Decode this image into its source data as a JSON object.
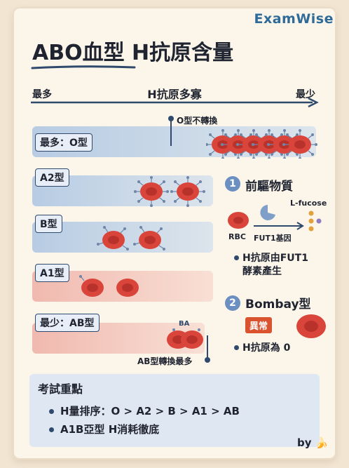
{
  "brand": "ExamWise",
  "title": "ABO血型 H抗原含量",
  "scale": {
    "left": "最多",
    "center": "H抗原多寡",
    "right": "最少"
  },
  "rows": [
    {
      "label": "最多：O型"
    },
    {
      "label": "A2型"
    },
    {
      "label": "B型"
    },
    {
      "label": "A1型"
    },
    {
      "label": "最少：AB型"
    }
  ],
  "annotations": {
    "o_note": "O型不轉換",
    "ab_note": "AB型轉換最多",
    "ab_letters": "BA"
  },
  "section1": {
    "number": "1",
    "title": "前驅物質",
    "fucose": "L-fucose",
    "rbc": "RBC",
    "gene": "FUT1基因",
    "note_line1": "H抗原由FUT1",
    "note_line2": "酵素產生"
  },
  "section2": {
    "number": "2",
    "title": "Bombay型",
    "badge": "異常",
    "note": "H抗原為 0"
  },
  "summary": {
    "title": "考試重點",
    "line1": "H量排序：O > A2 > B > A1 > AB",
    "line2": "A1B亞型 H消耗徹底"
  },
  "footer": {
    "by": "by",
    "emoji": "🍌"
  },
  "colors": {
    "cell": "#d9453b",
    "blue_band": "#a9c3e4",
    "pink_band": "#f0b3a8",
    "accent": "#2f4a6d"
  }
}
